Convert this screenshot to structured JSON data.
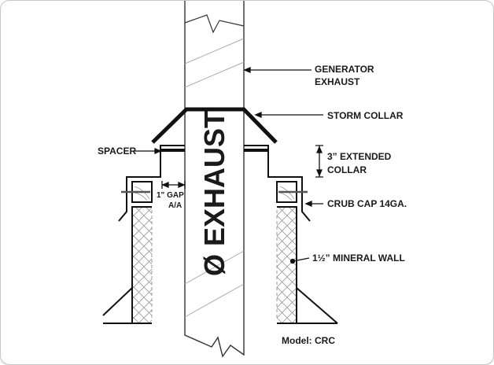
{
  "diagram": {
    "labels": {
      "generator_line1": "GENERATOR",
      "generator_line2": "EXHAUST",
      "storm_collar": "STORM COLLAR",
      "extended_line1": "3” EXTENDED",
      "extended_line2": "COLLAR",
      "spacer": "SPACER",
      "gap_line1": "1\" GAP",
      "gap_line2": "A/A",
      "curb_cap": "CRUB CAP 14GA.",
      "mineral_wall": "1½” MINERAL WALL",
      "pipe_text": "Ø EXHAUST",
      "model": "Model: CRC"
    }
  }
}
